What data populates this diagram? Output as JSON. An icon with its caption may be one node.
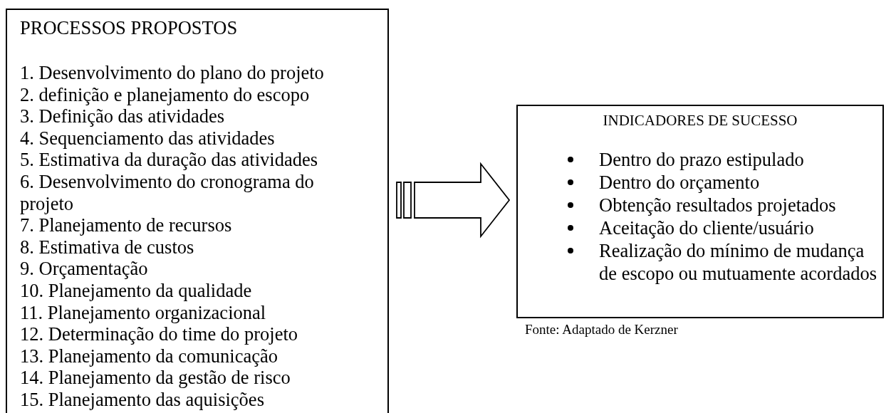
{
  "diagram": {
    "nodes": [
      {
        "text": [
          "PROCESSOS PROPOSTOS",
          "1. Desenvolvimento do plano do projeto",
          "2. definição e planejamento do escopo",
          "3. Definição das atividades",
          "4. Sequenciamento das atividades",
          "5. Estimativa da duração das atividades",
          "6. Desenvolvimento do cronograma do projeto",
          "7. Planejamento de recursos",
          "8. Estimativa de custos",
          "9. Orçamentação",
          "10. Planejamento da qualidade",
          "11. Planejamento organizacional",
          "12. Determinação do time do projeto",
          "13. Planejamento da comunicação",
          "14. Planejamento da gestão de risco",
          "15. Planejamento das aquisições"
        ]
      },
      {
        "text": [
          "INDICADORES DE SUCESSO",
          "Dentro do prazo estipulado",
          "Dentro do orçamento",
          "Obtenção resultados projetados",
          "Aceitação do cliente/usuário",
          "Realização do mínimo de mudança de escopo ou mutuamente acordados"
        ]
      }
    ],
    "edges": [
      {
        "from": 0,
        "to": 1,
        "arrow": "to"
      }
    ],
    "labels": [
      "Fonte: Adaptado de Kerzner"
    ]
  }
}
